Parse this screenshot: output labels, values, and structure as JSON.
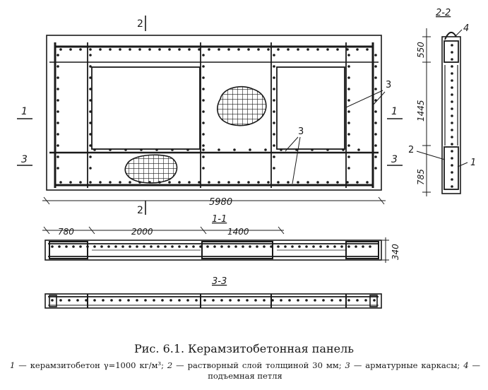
{
  "figure": {
    "caption": "Рис. 6.1. Керамзитобетонная панель",
    "legend": [
      {
        "num": "1",
        "text": " — керамзитобетон γ=1000 кг/м³; "
      },
      {
        "num": "2",
        "text": " — растворный слой толщиной 30 мм; "
      },
      {
        "num": "3",
        "text": " — арматурные каркасы; "
      },
      {
        "num": "4",
        "text": " — подъемная петля"
      }
    ]
  },
  "elevation": {
    "section_marks": {
      "s1_left": "1",
      "s1_right": "1",
      "s3_left": "3",
      "s3_right": "3",
      "s2_top": "2",
      "s2_bottom": "2"
    },
    "overall_width": "5980",
    "callout_3": "3"
  },
  "section_2_2": {
    "title": "2-2",
    "dims": [
      "550",
      "1445",
      "785"
    ],
    "callouts": {
      "c1": "1",
      "c2": "2",
      "c4": "4"
    }
  },
  "section_1_1": {
    "title": "1-1",
    "dims": [
      "780",
      "2000",
      "1400"
    ],
    "thickness": "340"
  },
  "section_3_3": {
    "title": "3-3"
  }
}
